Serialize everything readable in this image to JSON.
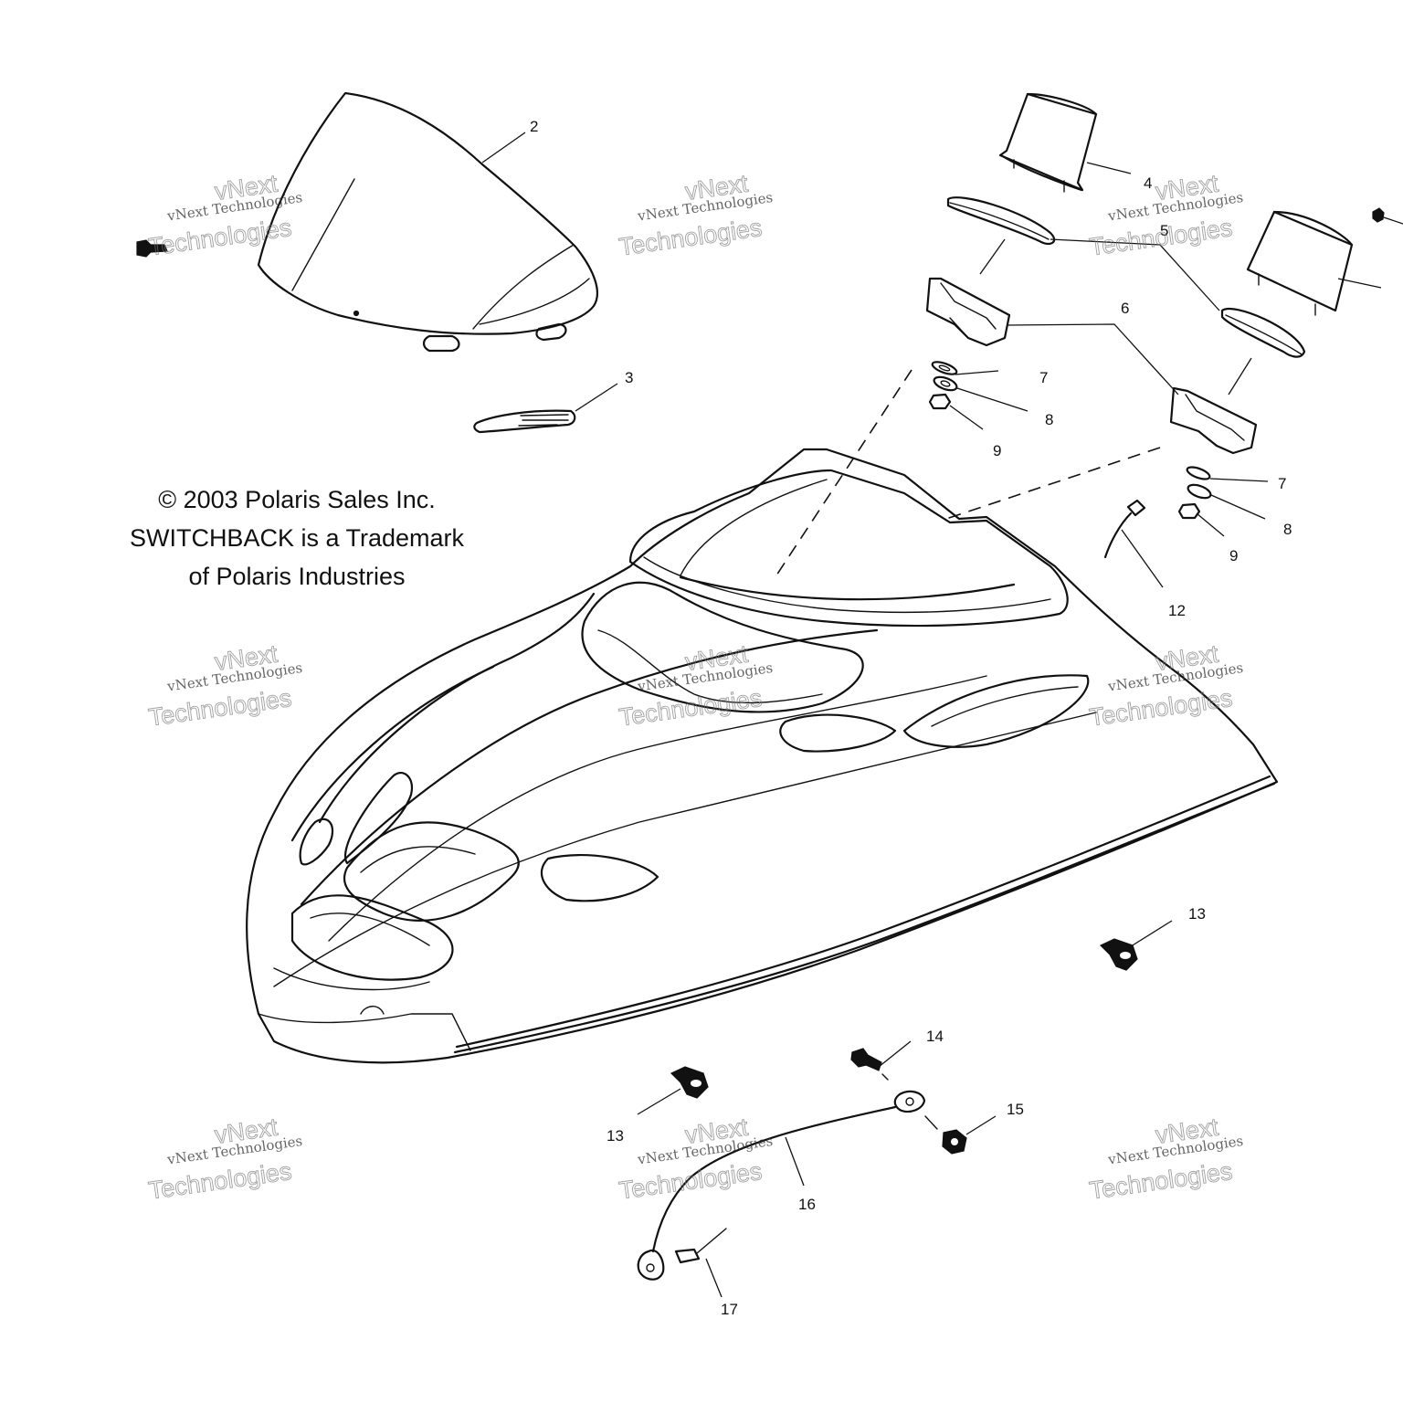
{
  "notice": {
    "line1": "© 2003 Polaris Sales Inc.",
    "line2": "SWITCHBACK is a Trademark",
    "line3": "of Polaris Industries"
  },
  "watermark": {
    "small_text": "vNext Technologies",
    "big_text": "Technologies",
    "top_text": "vNext"
  },
  "callouts": [
    "2",
    "3",
    "4",
    "5",
    "6",
    "7",
    "8",
    "9",
    "7",
    "8",
    "9",
    "12",
    "13",
    "13",
    "14",
    "15",
    "16",
    "17"
  ]
}
